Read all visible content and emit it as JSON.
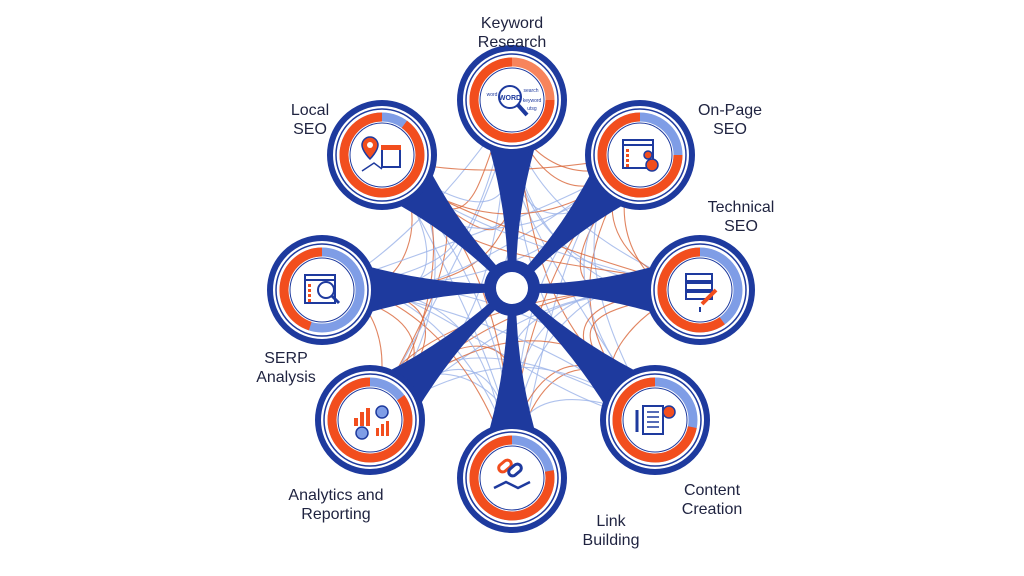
{
  "title": "SEO Services Network",
  "colors": {
    "navy": "#1e3a9e",
    "orange": "#f24e1e",
    "light_orange": "#f7845c",
    "light_blue": "#7f9de6",
    "curve_orange": "#d9673a",
    "curve_blue": "#9bb3e8"
  },
  "nodes": [
    {
      "id": "keyword",
      "label_lines": [
        "Keyword",
        "Research"
      ],
      "icon": "word-cloud-magnifier-icon",
      "orange_fraction": 1.0,
      "words": [
        "WORD",
        "word",
        "search",
        "keyword",
        "utsg"
      ]
    },
    {
      "id": "onpage",
      "label_lines": [
        "On-Page",
        "SEO"
      ],
      "icon": "webpage-gear-icon",
      "orange_fraction": 0.75
    },
    {
      "id": "technical",
      "label_lines": [
        "Technical",
        "SEO"
      ],
      "icon": "server-wrench-icon",
      "orange_fraction": 0.6
    },
    {
      "id": "content",
      "label_lines": [
        "Content",
        "Creation"
      ],
      "icon": "document-pen-lightbulb-icon",
      "orange_fraction": 0.72
    },
    {
      "id": "link",
      "label_lines": [
        "Link",
        "Building"
      ],
      "icon": "chain-handshake-icon",
      "orange_fraction": 0.78
    },
    {
      "id": "analytics",
      "label_lines": [
        "Analytics and",
        "Reporting"
      ],
      "icon": "charts-icon",
      "orange_fraction": 0.85
    },
    {
      "id": "serp",
      "label_lines": [
        "SERP",
        "Analysis"
      ],
      "icon": "results-page-magnifier-icon",
      "orange_fraction": 0.45
    },
    {
      "id": "local",
      "label_lines": [
        "Local",
        "SEO"
      ],
      "icon": "map-pin-store-icon",
      "orange_fraction": 0.9
    }
  ]
}
